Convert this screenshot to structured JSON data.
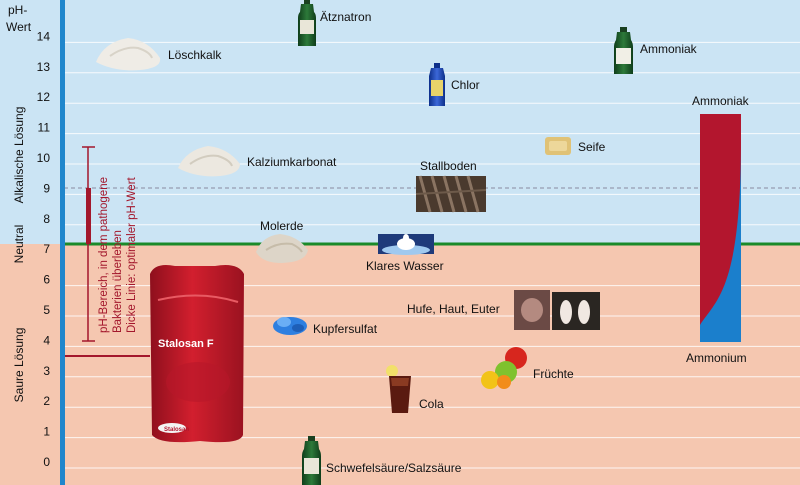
{
  "axis": {
    "title_line1": "pH-",
    "title_line2": "Wert",
    "ticks": [
      0,
      1,
      2,
      3,
      4,
      5,
      6,
      7,
      8,
      9,
      10,
      11,
      12,
      13,
      14
    ]
  },
  "zones": {
    "alkaline": "Alkalische Lösung",
    "neutral": "Neutral",
    "acid": "Saure Lösung"
  },
  "colors": {
    "alkaline_bg": "#cbe4f4",
    "acid_bg": "#f5c7b0",
    "axis_blue": "#1f86cc",
    "neutral_green": "#1a8a2a",
    "bracket_red": "#a3172c",
    "ammonium_blue": "#1b7fcc",
    "ammoniak_red": "#b3162e"
  },
  "bracket_note": {
    "line1": "pH-Bereich, in dem pathogene",
    "line2": "Bakterien überleben",
    "line3": "Dicke Linie: optimaler pH-Wert"
  },
  "product": {
    "name": "Stalosan F",
    "brand": "Stalosan"
  },
  "gauge": {
    "top_label": "Ammoniak",
    "bottom_label": "Ammonium"
  },
  "substances": {
    "aetznatron": "Ätznatron",
    "loeschkalk": "Löschkalk",
    "ammoniak": "Ammoniak",
    "chlor": "Chlor",
    "seife": "Seife",
    "kalziumkarbonat": "Kalziumkarbonat",
    "stallboden": "Stallboden",
    "molerde": "Molerde",
    "klares_wasser": "Klares Wasser",
    "hufe": "Hufe, Haut, Euter",
    "kupfersulfat": "Kupfersulfat",
    "fruechte": "Früchte",
    "cola": "Cola",
    "schwefelsaeure": "Schwefelsäure/Salzsäure"
  }
}
